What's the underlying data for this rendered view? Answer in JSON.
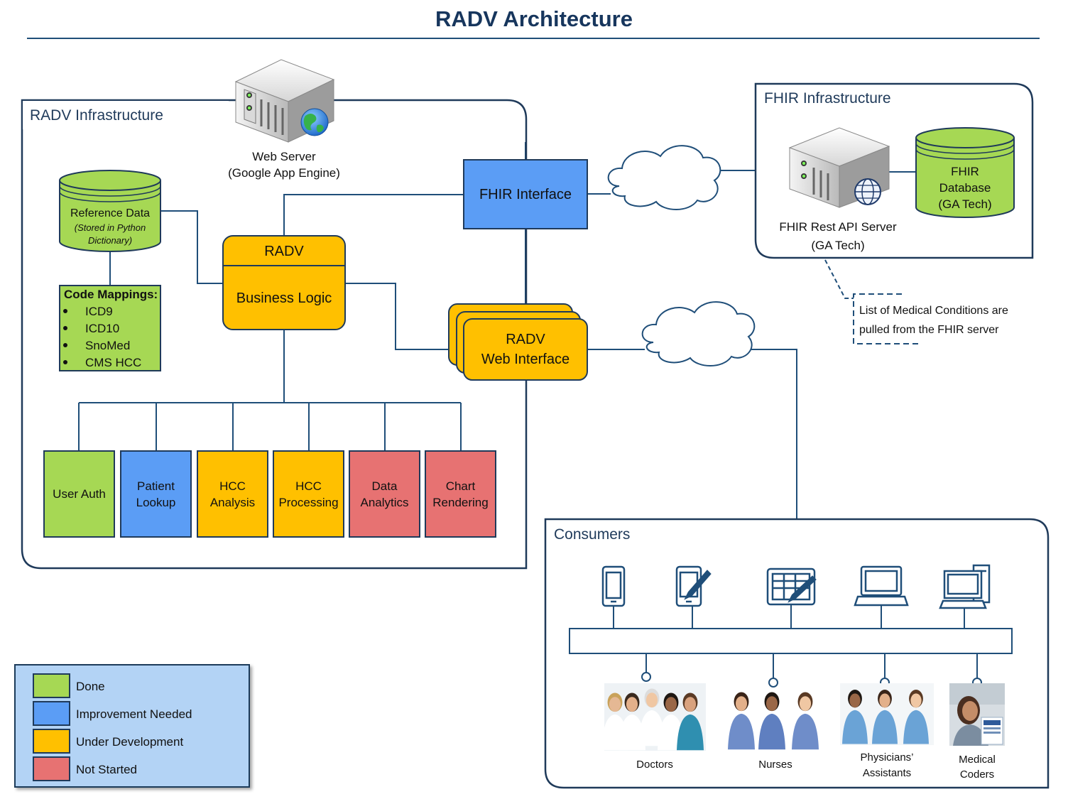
{
  "title": "RADV Architecture",
  "colors": {
    "done": "#a6d854",
    "improvement": "#5b9df5",
    "under_development": "#ffc000",
    "not_started": "#e77272",
    "line": "#1f4e79",
    "legend_bg": "#b3d3f5"
  },
  "radv_infrastructure": {
    "label": "RADV Infrastructure",
    "web_server": {
      "line1": "Web Server",
      "line2": "(Google App Engine)"
    },
    "reference_data": {
      "line1": "Reference Data",
      "line2": "(Stored in Python",
      "line3": "Dictionary)"
    },
    "code_mappings": {
      "title": "Code Mappings:",
      "items": [
        "ICD9",
        "ICD10",
        "SnoMed",
        "CMS HCC"
      ]
    },
    "radv_business_logic": {
      "header": "RADV",
      "body": "Business Logic"
    },
    "fhir_interface": "FHIR Interface",
    "web_interface": {
      "line1": "RADV",
      "line2": "Web Interface"
    },
    "modules": [
      {
        "line1": "User Auth",
        "line2": "",
        "status": "done"
      },
      {
        "line1": "Patient",
        "line2": "Lookup",
        "status": "improvement"
      },
      {
        "line1": "HCC",
        "line2": "Analysis",
        "status": "under_development"
      },
      {
        "line1": "HCC",
        "line2": "Processing",
        "status": "under_development"
      },
      {
        "line1": "Data",
        "line2": "Analytics",
        "status": "not_started"
      },
      {
        "line1": "Chart",
        "line2": "Rendering",
        "status": "not_started"
      }
    ]
  },
  "fhir_infrastructure": {
    "label": "FHIR Infrastructure",
    "server": {
      "line1": "FHIR Rest API Server",
      "line2": "(GA Tech)"
    },
    "database": {
      "line1": "FHIR",
      "line2": "Database",
      "line3": "(GA Tech)"
    }
  },
  "note": {
    "line1": "List of Medical Conditions are",
    "line2": "pulled from the FHIR server"
  },
  "consumers": {
    "label": "Consumers",
    "devices": [
      "smartphone-icon",
      "tablet-pen-icon",
      "tablet-spreadsheet-icon",
      "laptop-icon",
      "desktop-computer-icon"
    ],
    "groups": [
      {
        "line1": "Doctors",
        "line2": ""
      },
      {
        "line1": "Nurses",
        "line2": ""
      },
      {
        "line1": "Physicians’",
        "line2": "Assistants"
      },
      {
        "line1": "Medical",
        "line2": "Coders"
      }
    ]
  },
  "legend": [
    {
      "label": "Done",
      "status": "done"
    },
    {
      "label": "Improvement Needed",
      "status": "improvement"
    },
    {
      "label": "Under Development",
      "status": "under_development"
    },
    {
      "label": "Not Started",
      "status": "not_started"
    }
  ]
}
